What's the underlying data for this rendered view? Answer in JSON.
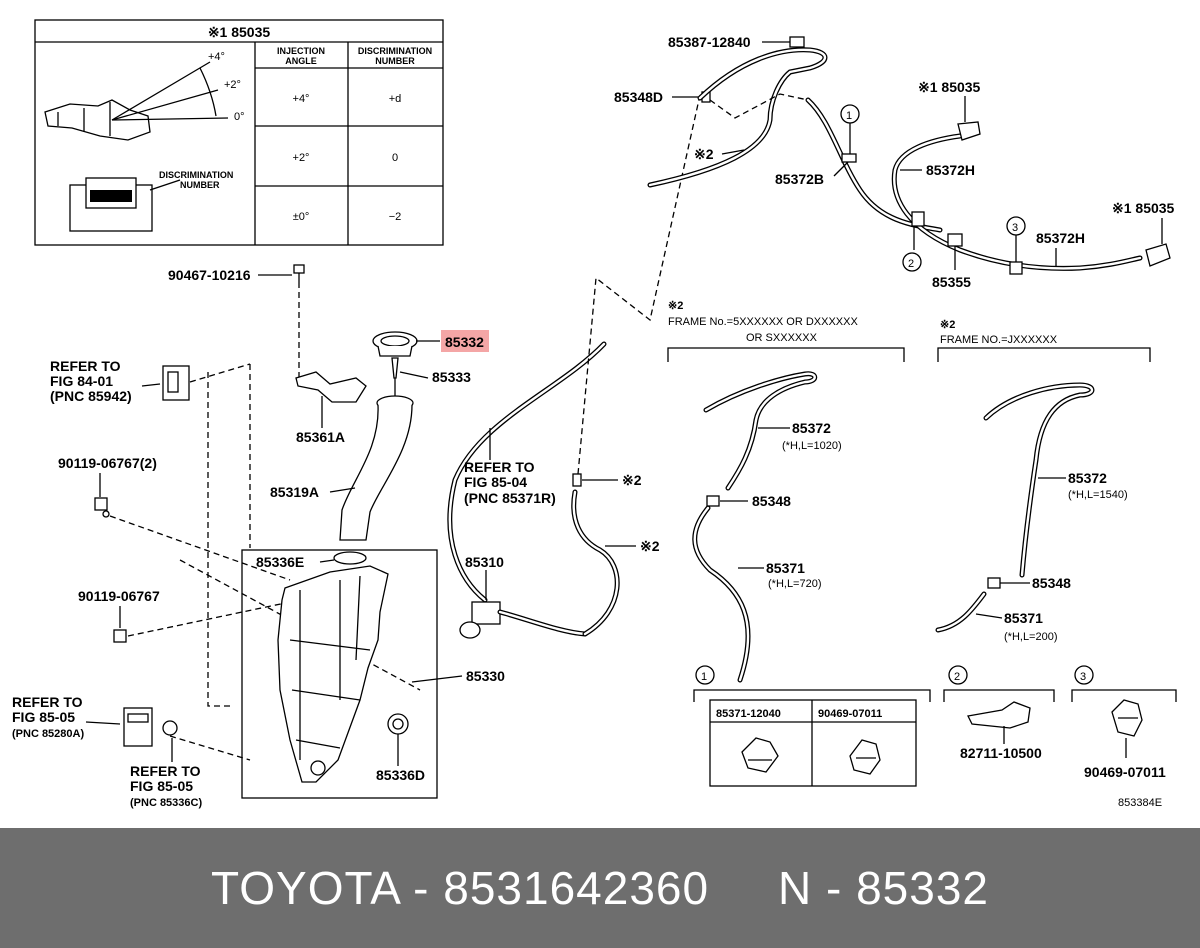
{
  "inset": {
    "title": "※1 85035",
    "angles": [
      "+4°",
      "+2°",
      "0°"
    ],
    "header_injection": [
      "INJECTION",
      "ANGLE"
    ],
    "header_discrimination": [
      "DISCRIMINATION",
      "NUMBER"
    ],
    "rows": [
      {
        "angle": "+4°",
        "number": "+d"
      },
      {
        "angle": "+2°",
        "number": "0"
      },
      {
        "angle": "±0°",
        "number": "−2"
      }
    ],
    "disc_label": [
      "DISCRIMINATION",
      "NUMBER"
    ]
  },
  "labels": {
    "p90467": "90467-10216",
    "p85332": "85332",
    "p85333": "85333",
    "p85361A": "85361A",
    "p85319A": "85319A",
    "refer8401": [
      "REFER TO",
      "FIG 84-01",
      "(PNC 85942)"
    ],
    "p90119_2": "90119-06767(2)",
    "p90119": "90119-06767",
    "p85336E": "85336E",
    "p85330": "85330",
    "p85336D": "85336D",
    "refer8505a": [
      "REFER TO",
      "FIG 85-05",
      "(PNC 85280A)"
    ],
    "refer8505b": [
      "REFER TO",
      "FIG 85-05",
      "(PNC 85336C)"
    ],
    "refer8504": [
      "REFER TO",
      "FIG 85-04",
      "(PNC 85371R)"
    ],
    "p85310": "85310",
    "mark2": "※2",
    "p85387": "85387-12840",
    "p85348D": "85348D",
    "p85372B": "85372B",
    "p85372H": "85372H",
    "p85035": "※1 85035",
    "p85355": "85355",
    "frame1": [
      "※2",
      "FRAME No.=5XXXXXX OR DXXXXXX",
      "OR SXXXXXX"
    ],
    "frame2": [
      "※2",
      "FRAME NO.=JXXXXXX"
    ],
    "p85372": "85372",
    "l1020": "(*H,L=1020)",
    "l1540": "(*H,L=1540)",
    "p85348": "85348",
    "p85371": "85371",
    "l720": "(*H,L=720)",
    "l200": "(*H,L=200)",
    "c1": "1",
    "c2": "2",
    "c3": "3",
    "d1_a": "85371-12040",
    "d1_b": "90469-07011",
    "p82711": "82711-10500",
    "p90469": "90469-07011",
    "fig_code": "853384E"
  },
  "footer": {
    "brand": "TOYOTA",
    "sep": " - ",
    "part_number": "8531642360",
    "gap": "     ",
    "ref": "N - 85332"
  },
  "colors": {
    "highlight": "#f4a6a6",
    "footer_bg": "#6e6e6e"
  }
}
